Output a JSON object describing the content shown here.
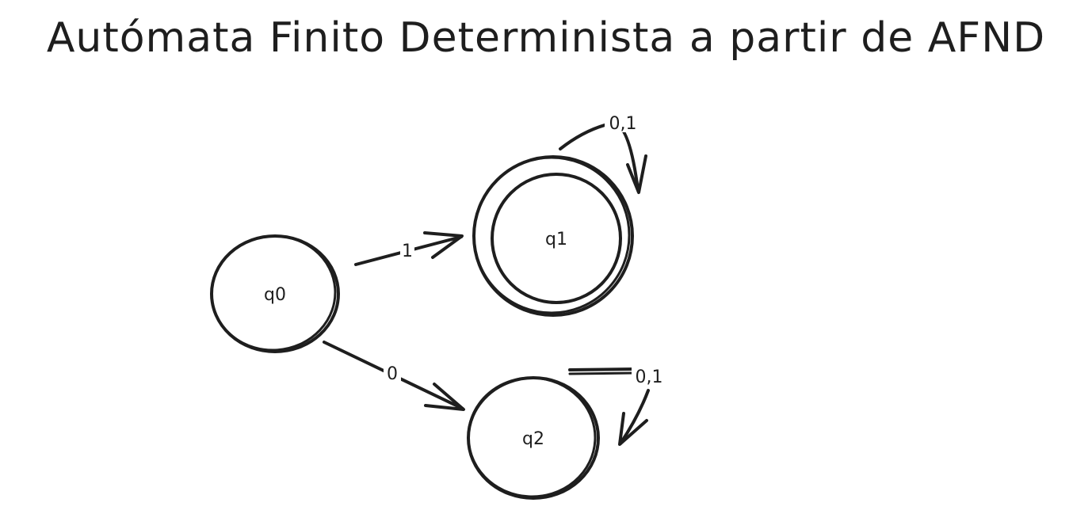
{
  "title": "Autómata Finito Determinista a partir de AFND",
  "colors": {
    "ink": "#1e1e1e",
    "background": "#ffffff"
  },
  "states": [
    {
      "id": "q0",
      "label": "q0",
      "accepting": false
    },
    {
      "id": "q1",
      "label": "q1",
      "accepting": true
    },
    {
      "id": "q2",
      "label": "q2",
      "accepting": false
    }
  ],
  "transitions": [
    {
      "from": "q0",
      "to": "q1",
      "label": "1"
    },
    {
      "from": "q0",
      "to": "q2",
      "label": "0"
    },
    {
      "from": "q1",
      "to": "q1",
      "label": "0,1"
    },
    {
      "from": "q2",
      "to": "q2",
      "label": "0,1"
    }
  ]
}
